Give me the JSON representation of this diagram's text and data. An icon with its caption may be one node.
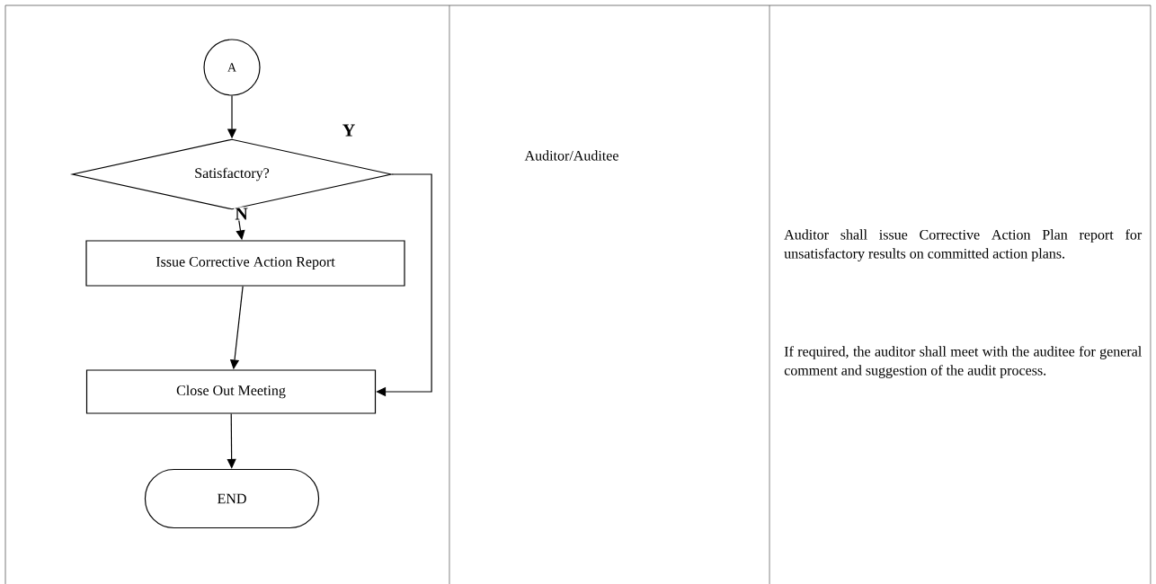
{
  "diagram": {
    "nodes": [
      {
        "text": [
          "A"
        ]
      },
      {
        "text": [
          "Satisfactory?"
        ]
      },
      {
        "text": [
          "Issue Corrective Action Report"
        ]
      },
      {
        "text": [
          "Close Out Meeting"
        ]
      },
      {
        "text": [
          "END"
        ]
      }
    ],
    "edges": [
      {
        "from": 0,
        "to": 1,
        "arrow": "to"
      },
      {
        "from": 1,
        "to": 2,
        "arrow": "to",
        "label": "N"
      },
      {
        "from": 1,
        "to": 3,
        "arrow": "to",
        "label": "Y"
      },
      {
        "from": 2,
        "to": 3,
        "arrow": "to"
      },
      {
        "from": 3,
        "to": 4,
        "arrow": "to"
      }
    ],
    "labels": [
      "Auditor/Auditee",
      "Auditor shall issue Corrective Action Plan report for unsatisfactory results on committed action plans.",
      "If required, the auditor shall meet with the auditee for general comment and suggestion of the audit process."
    ]
  }
}
